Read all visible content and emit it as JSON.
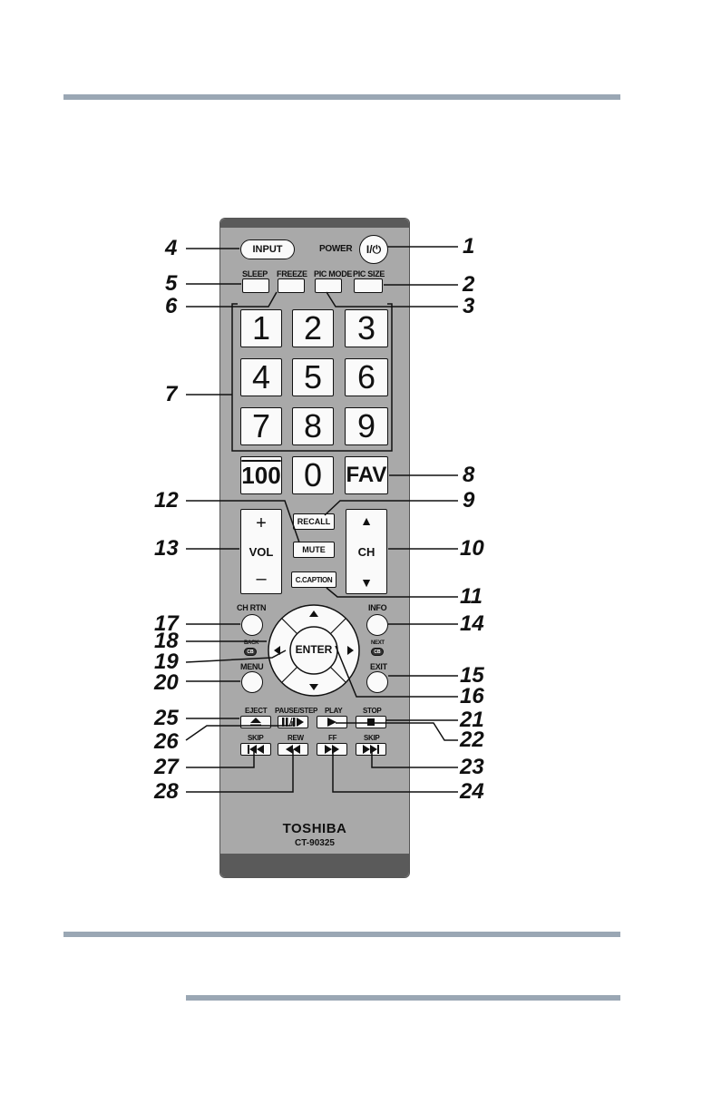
{
  "remote": {
    "buttons": {
      "input": "INPUT",
      "power_label": "POWER",
      "power_symbol": "I/⏻",
      "sleep": "SLEEP",
      "freeze": "FREEZE",
      "pic_mode": "PIC MODE",
      "pic_size": "PIC SIZE",
      "digits": [
        "1",
        "2",
        "3",
        "4",
        "5",
        "6",
        "7",
        "8",
        "9"
      ],
      "hundred": "100",
      "zero": "0",
      "fav": "FAV",
      "recall": "RECALL",
      "mute": "MUTE",
      "vol_plus": "+",
      "vol": "VOL",
      "vol_minus": "–",
      "ch_up": "▲",
      "ch": "CH",
      "ch_down": "▼",
      "c_caption": "C.CAPTION",
      "ch_rtn": "CH RTN",
      "info": "INFO",
      "back": "BACK",
      "next": "NEXT",
      "cb": "CB",
      "enter": "ENTER",
      "menu": "MENU",
      "exit": "EXIT",
      "eject": "EJECT",
      "pause_step": "PAUSE/STEP",
      "play": "PLAY",
      "stop": "STOP",
      "skip_back": "SKIP",
      "rew": "REW",
      "ff": "FF",
      "skip_fwd": "SKIP"
    },
    "brand": "TOSHIBA",
    "model": "CT-90325"
  },
  "callouts": {
    "c1": "1",
    "c2": "2",
    "c3": "3",
    "c4": "4",
    "c5": "5",
    "c6": "6",
    "c7": "7",
    "c8": "8",
    "c9": "9",
    "c10": "10",
    "c11": "11",
    "c12": "12",
    "c13": "13",
    "c14": "14",
    "c15": "15",
    "c16": "16",
    "c17": "17",
    "c18": "18",
    "c19": "19",
    "c20": "20",
    "c21": "21",
    "c22": "22",
    "c23": "23",
    "c24": "24",
    "c25": "25",
    "c26": "26",
    "c27": "27",
    "c28": "28"
  }
}
